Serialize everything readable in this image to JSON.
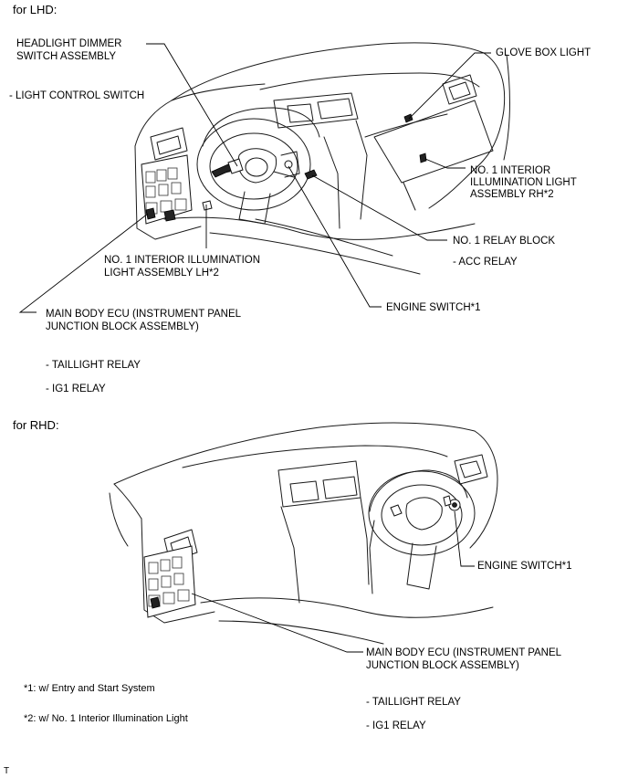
{
  "lhd": {
    "heading": "for LHD:",
    "headlight_dimmer_line1": "HEADLIGHT DIMMER",
    "headlight_dimmer_line2": "SWITCH ASSEMBLY",
    "light_control_switch": "- LIGHT CONTROL SWITCH",
    "glove_box_light": "GLOVE BOX LIGHT",
    "interior_rh_line1": "NO. 1 INTERIOR",
    "interior_rh_line2": "ILLUMINATION LIGHT",
    "interior_rh_line3": "ASSEMBLY RH*2",
    "relay_block": "NO. 1 RELAY BLOCK",
    "acc_relay": "- ACC RELAY",
    "interior_lh_line1": "NO. 1 INTERIOR ILLUMINATION",
    "interior_lh_line2": "LIGHT ASSEMBLY LH*2",
    "engine_switch": "ENGINE SWITCH*1",
    "main_ecu_line1": "MAIN BODY ECU (INSTRUMENT PANEL",
    "main_ecu_line2": "JUNCTION BLOCK ASSEMBLY)",
    "taillight_relay": "- TAILLIGHT RELAY",
    "ig1_relay": "- IG1 RELAY"
  },
  "rhd": {
    "heading": "for RHD:",
    "engine_switch": "ENGINE SWITCH*1",
    "main_ecu_line1": "MAIN BODY ECU (INSTRUMENT PANEL",
    "main_ecu_line2": "JUNCTION BLOCK ASSEMBLY)",
    "taillight_relay": "- TAILLIGHT RELAY",
    "ig1_relay": "- IG1 RELAY"
  },
  "notes": {
    "note1": "*1: w/ Entry and Start System",
    "note2": "*2: w/ No. 1 Interior Illumination Light"
  },
  "corner_mark": "T"
}
